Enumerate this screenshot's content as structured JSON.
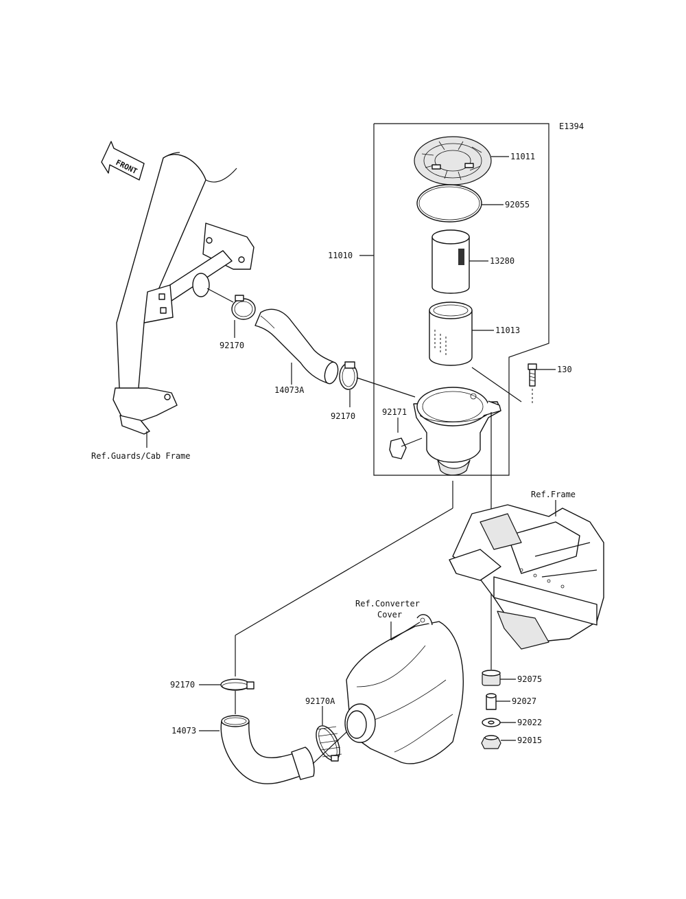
{
  "diagram_code": "E1394",
  "front_label": "FRONT",
  "parts": {
    "p11011": "11011",
    "p92055": "92055",
    "p11010": "11010",
    "p13280": "13280",
    "p11013": "11013",
    "p130": "130",
    "p92170_top": "92170",
    "p14073A": "14073A",
    "p92170_mid": "92170",
    "p92171": "92171",
    "p92170_low": "92170",
    "p14073": "14073",
    "p92170A": "92170A",
    "p92075": "92075",
    "p92027": "92027",
    "p92022": "92022",
    "p92015": "92015"
  },
  "refs": {
    "guards": "Ref.Guards/Cab Frame",
    "frame": "Ref.Frame",
    "converter_line1": "Ref.Converter",
    "converter_line2": "Cover"
  }
}
